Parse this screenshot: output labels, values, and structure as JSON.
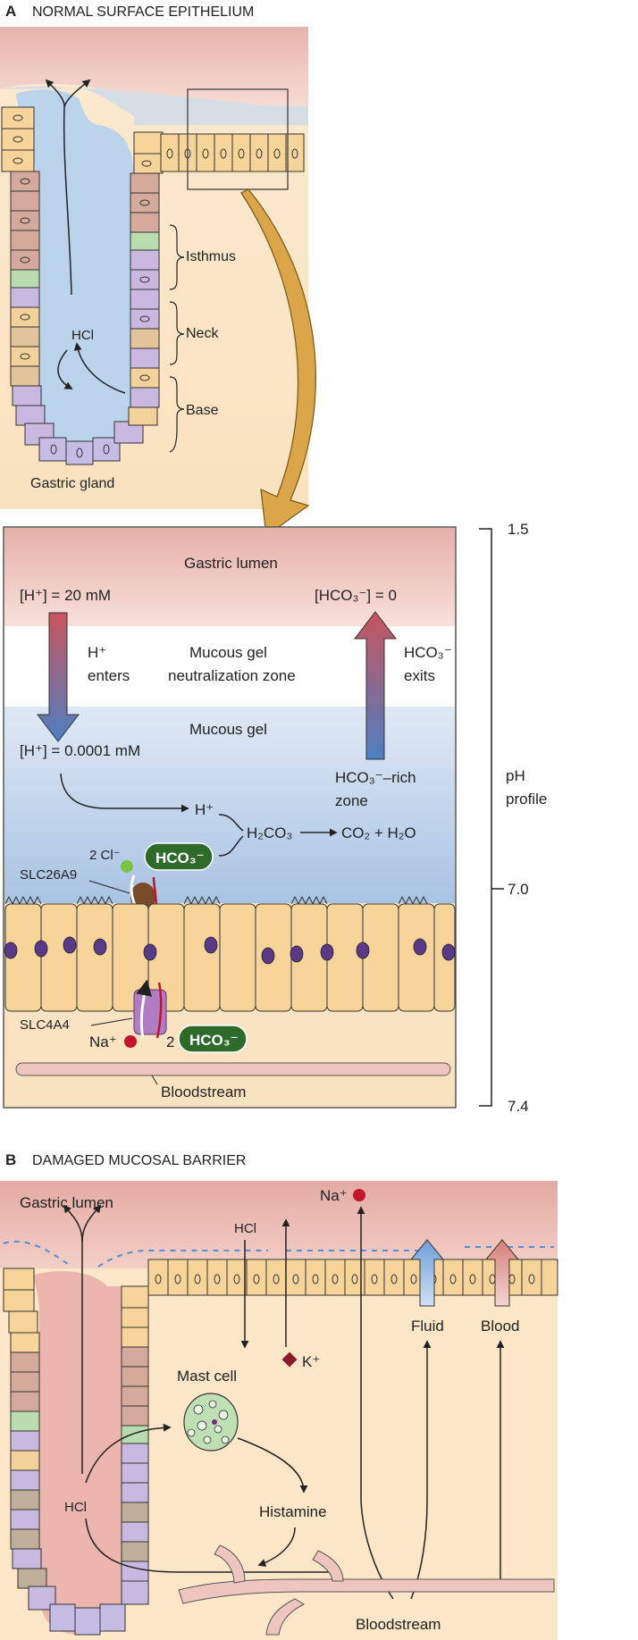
{
  "colors": {
    "lumen": "#e9b9b2",
    "lumen_light": "#f4d7cf",
    "gel": "#b8cfe8",
    "gel_light": "#dce8f4",
    "tissue": "#fbe6c8",
    "cell": "#f7d49a",
    "cell_border": "#333333",
    "bicarb_pill": "#2e6b2a",
    "chloride": "#7cc243",
    "sodium": "#c0152b",
    "potassium": "#8b1a2b",
    "blood_vessel": "#efc6bf",
    "mast_cell": "#bfe0b4",
    "gold_arrow": "#d9a441"
  },
  "panel_a": {
    "letter": "A",
    "heading": "NORMAL SURFACE EPITHELIUM",
    "labels": {
      "isthmus": "Isthmus",
      "neck": "Neck",
      "base": "Base",
      "hcl": "HCl",
      "gastric_gland": "Gastric gland"
    },
    "detail": {
      "gastric_lumen": "Gastric lumen",
      "h_top": "[H⁺] = 20 mM",
      "hco3_top": "[HCO₃⁻] = 0",
      "h_enters_1": "H⁺",
      "h_enters_2": "enters",
      "neutral_1": "Mucous gel",
      "neutral_2": "neutralization zone",
      "hco3_exits_1": "HCO₃⁻",
      "hco3_exits_2": "exits",
      "mucous_gel": "Mucous gel",
      "h_bottom": "[H⁺] = 0.0001 mM",
      "rich_1": "HCO₃⁻–rich",
      "rich_2": "zone",
      "h_plus": "H⁺",
      "reaction_h2co3": "H₂CO₃",
      "reaction_products": "CO₂ + H₂O",
      "two_cl": "2 Cl⁻",
      "hco3_pill": "HCO₃⁻",
      "slc26a9": "SLC26A9",
      "slc4a4": "SLC4A4",
      "na": "Na⁺",
      "two": "2",
      "hco3_pill_2": "HCO₃⁻",
      "bloodstream": "Bloodstream"
    },
    "ph_profile": {
      "title_1": "pH",
      "title_2": "profile",
      "top": "1.5",
      "mid": "7.0",
      "bottom": "7.4"
    }
  },
  "panel_b": {
    "letter": "B",
    "heading": "DAMAGED MUCOSAL BARRIER",
    "labels": {
      "gastric_lumen": "Gastric lumen",
      "hcl_top": "HCl",
      "na": "Na⁺",
      "k": "K⁺",
      "fluid": "Fluid",
      "blood": "Blood",
      "mast_cell": "Mast cell",
      "hcl_gland": "HCl",
      "histamine": "Histamine",
      "bloodstream": "Bloodstream"
    }
  }
}
